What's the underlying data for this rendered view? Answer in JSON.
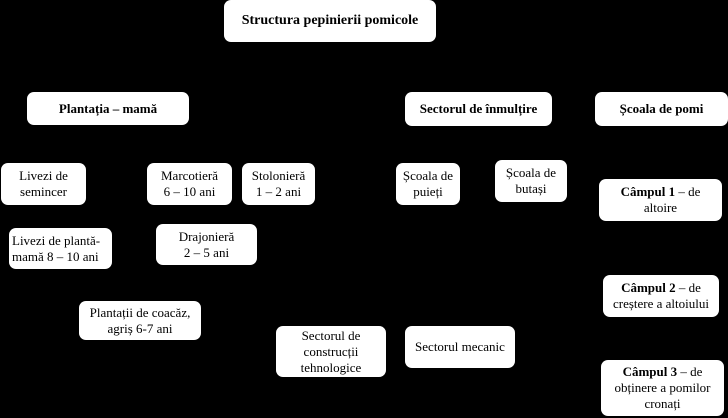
{
  "title": "Structura pepinierii pomicole",
  "sections": {
    "plantatia_mama": "Plantația – mamă",
    "sectorul_inmultire": "Sectorul de înmulțire",
    "scoala_pomi": "Școala de pomi"
  },
  "plantatia_items": {
    "livezi_semincer": [
      "Livezi de",
      "semincer"
    ],
    "marcotiera": [
      "Marcotieră",
      "6 – 10 ani"
    ],
    "stoloniera": [
      "Stolonieră",
      "1 – 2 ani"
    ],
    "drajoniera": [
      "Drajonieră",
      "2 – 5 ani"
    ],
    "livezi_planta_mama": [
      "Livezi de plantă-",
      "mamă 8 – 10 ani"
    ],
    "plantatii_coacaz": [
      "Plantații de coacăz,",
      "agriș 6-7 ani"
    ]
  },
  "inmultire_items": {
    "scoala_puieti": [
      "Școala de",
      "puieți"
    ],
    "scoala_butasi": [
      "Școala de",
      "butași"
    ]
  },
  "scoala_pomi_items": {
    "campul1": {
      "bold": "Câmpul 1",
      "rest": " – de",
      "line2": "altoire"
    },
    "campul2": {
      "bold": "Câmpul 2",
      "rest": " – de",
      "line2": "creștere a altoiului"
    },
    "campul3": {
      "bold": "Câmpul 3",
      "rest": " – de",
      "line2": "obținere a pomilor",
      "line3": "cronați"
    }
  },
  "other_sectors": {
    "constructii": [
      "Sectorul de",
      "construcții",
      "tehnologice"
    ],
    "mecanic": "Sectorul mecanic"
  }
}
